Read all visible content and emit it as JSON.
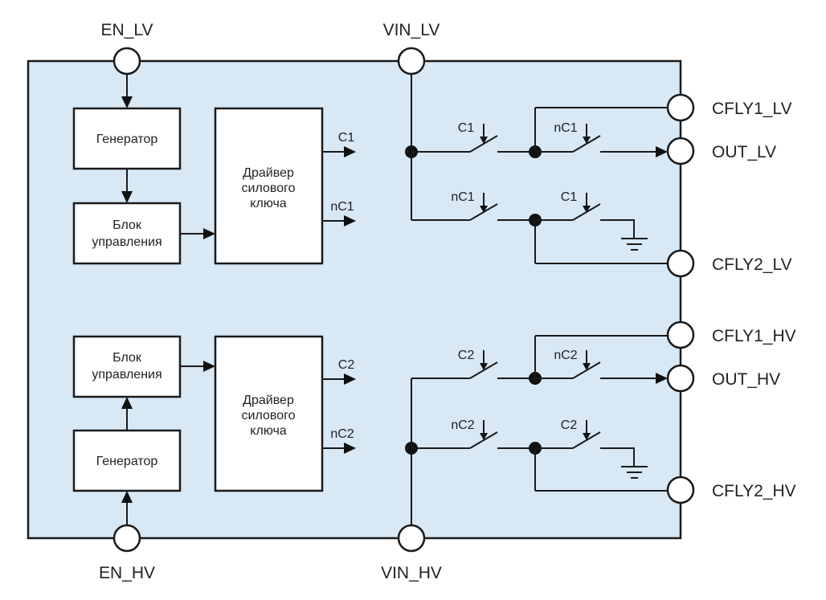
{
  "colors": {
    "chip_fill": "#d8e8f5",
    "line": "#1a1a1a",
    "block_fill": "#ffffff"
  },
  "pins": {
    "en_lv": "EN_LV",
    "vin_lv": "VIN_LV",
    "en_hv": "EN_HV",
    "vin_hv": "VIN_HV",
    "cfly1_lv": "CFLY1_LV",
    "out_lv": "OUT_LV",
    "cfly2_lv": "CFLY2_LV",
    "cfly1_hv": "CFLY1_HV",
    "out_hv": "OUT_HV",
    "cfly2_hv": "CFLY2_HV"
  },
  "lv_channel": {
    "generator": "Генератор",
    "control_block": [
      "Блок",
      "управления"
    ],
    "driver": [
      "Драйвер",
      "силового",
      "ключа"
    ],
    "signals": {
      "c": "C1",
      "nc": "nC1"
    },
    "switches": [
      "C1",
      "nC1",
      "nC1",
      "C1"
    ]
  },
  "hv_channel": {
    "generator": "Генератор",
    "control_block": [
      "Блок",
      "управления"
    ],
    "driver": [
      "Драйвер",
      "силового",
      "ключа"
    ],
    "signals": {
      "c": "C2",
      "nc": "nC2"
    },
    "switches": [
      "C2",
      "nC2",
      "nC2",
      "C2"
    ]
  }
}
